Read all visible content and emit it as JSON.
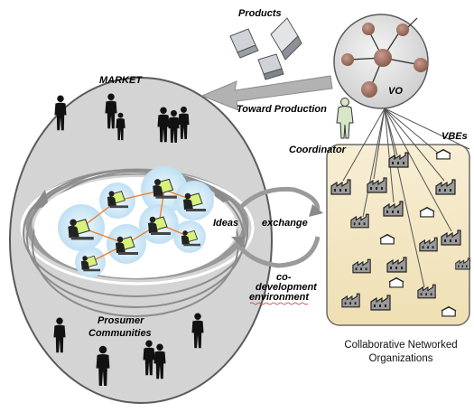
{
  "labels": {
    "products": "Products",
    "market": "MARKET",
    "toward_production": "Toward Production",
    "vo": "VO",
    "coordinator": "Coordinator",
    "vbes": "VBEs",
    "ideas": "Ideas",
    "exchange": "exchange",
    "codev_line1": "co-",
    "codev_line2": "development",
    "codev_line3": "environment",
    "prosumer_line1": "Prosumer",
    "prosumer_line2": "Communities",
    "cno_line1": "Collaborative Networked",
    "cno_line2": "Organizations"
  },
  "colors": {
    "market_fill": "#d4d4d4",
    "market_stroke": "#5a5a5a",
    "vo_fill": "#e3e3e3",
    "vo_node": "#a6786a",
    "cno_fill": "#f3e7c3",
    "cno_stroke": "#6a6a6a",
    "arrow_gray": "#9a9a9a",
    "community_glow": "#d6ecf8"
  },
  "icons": {
    "factory": "factory-icon",
    "house": "house-icon",
    "person": "person-silhouette-icon",
    "computer": "computer-icon",
    "product": "product-box-icon"
  }
}
